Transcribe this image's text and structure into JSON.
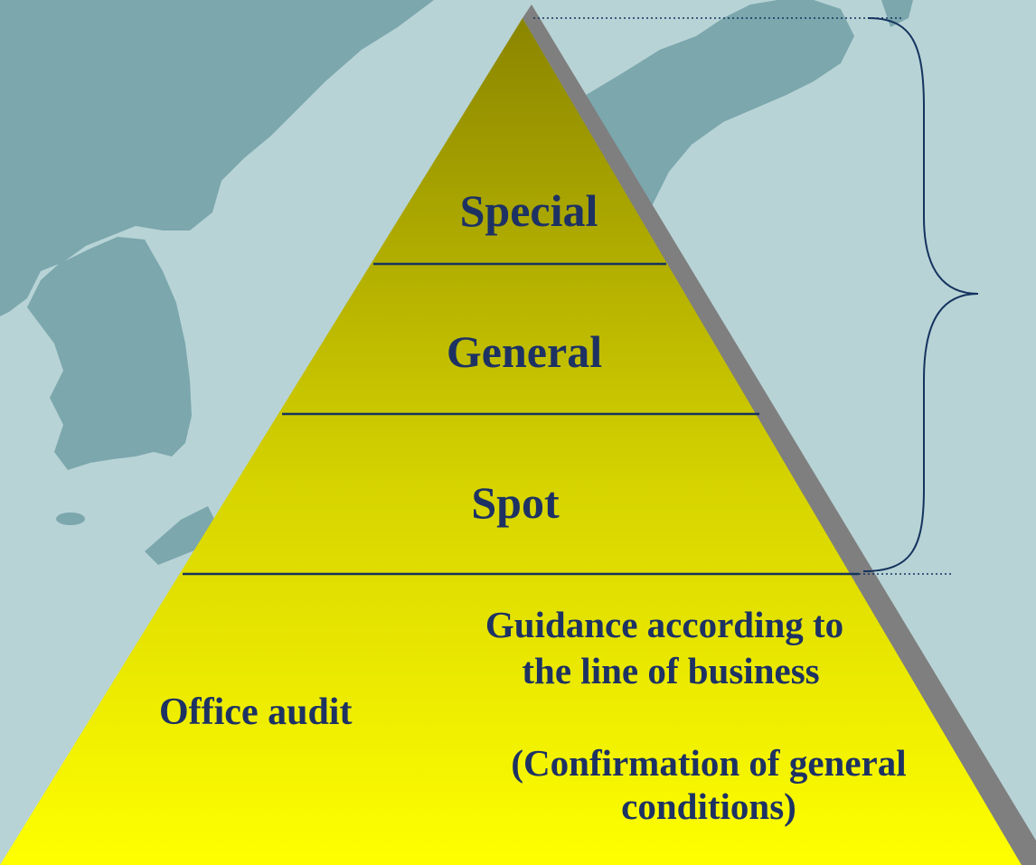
{
  "diagram": {
    "tiers": [
      {
        "id": "special",
        "label": "Special"
      },
      {
        "id": "general",
        "label": "General"
      },
      {
        "id": "spot",
        "label": "Spot"
      }
    ],
    "base": {
      "label": "Office audit",
      "guidance_line1": "Guidance according to",
      "guidance_line2": "the line of business",
      "confirmation_line1": "(Confirmation of general",
      "confirmation_line2": "conditions)"
    }
  },
  "colors": {
    "background_sea": "#b8d3d6",
    "land": "#7ba7ad",
    "pyramid_top": "#8a8500",
    "pyramid_bottom": "#ffff00",
    "text": "#1d3263",
    "divider": "#14335e",
    "shadow": "#7f7f7f",
    "brace": "#14335e"
  }
}
